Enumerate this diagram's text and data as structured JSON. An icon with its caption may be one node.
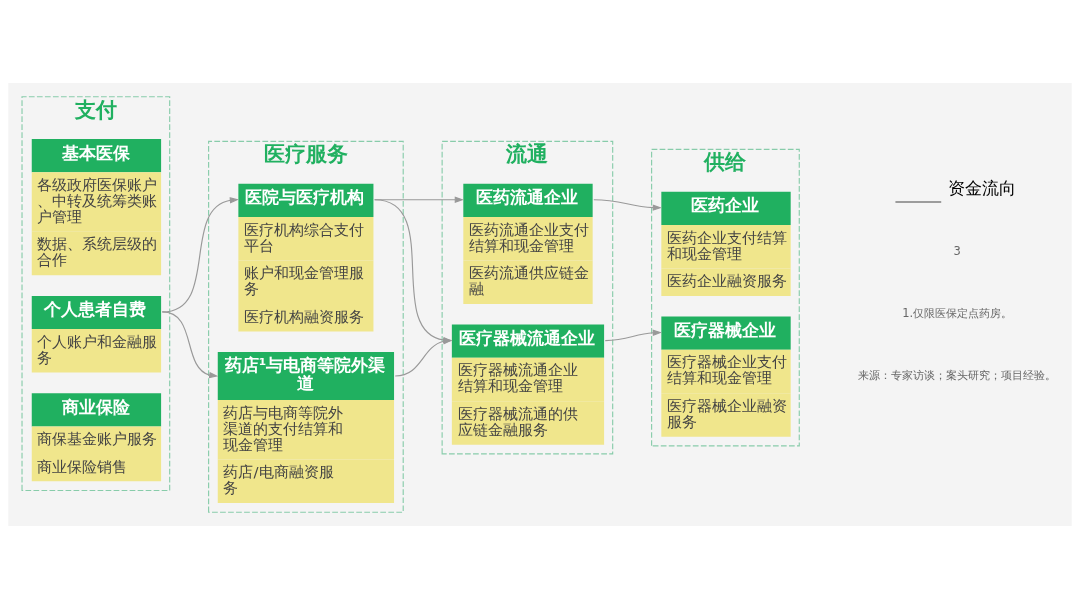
{
  "diagram": {
    "nodes": [
      {
        "text": [
          "支付"
        ]
      },
      {
        "text": [
          "基本医保",
          "各级政府医保账户、中转及统筹类账户管理",
          "数据、系统层级的合作"
        ],
        "in": 0
      },
      {
        "text": [
          "个人患者自费",
          "个人账户和金融服务"
        ],
        "in": 0
      },
      {
        "text": [
          "商业保险",
          "商保基金账户服务",
          "商业保险销售"
        ],
        "in": 0
      },
      {
        "text": [
          "医疗服务"
        ]
      },
      {
        "text": [
          "医院与医疗机构",
          "医疗机构综合支付平台",
          "账户和现金管理服务",
          "医疗机构融资服务"
        ],
        "in": 4
      },
      {
        "text": [
          "药店¹与电商等院外渠道",
          "药店与电商等院外渠道的支付结算和现金管理",
          "药店/电商融资服务"
        ],
        "in": 4
      },
      {
        "text": [
          "流通"
        ]
      },
      {
        "text": [
          "医药流通企业",
          "医药流通企业支付结算和现金管理",
          "医药流通供应链金融"
        ],
        "in": 7
      },
      {
        "text": [
          "医疗器械流通企业",
          "医疗器械流通企业结算和现金管理",
          "医疗器械流通的供应链金融服务"
        ],
        "in": 7
      },
      {
        "text": [
          "供给"
        ]
      },
      {
        "text": [
          "医药企业",
          "医药企业支付结算和现金管理",
          "医药企业融资服务"
        ],
        "in": 10
      },
      {
        "text": [
          "医疗器械企业",
          "医疗器械企业支付结算和现金管理",
          "医疗器械企业融资服务"
        ],
        "in": 10
      }
    ],
    "edges": [
      {
        "from": 2,
        "to": 5,
        "arrow": "to"
      },
      {
        "from": 2,
        "to": 6,
        "arrow": "to"
      },
      {
        "from": 5,
        "to": 8,
        "arrow": "to"
      },
      {
        "from": 5,
        "to": 9,
        "arrow": "to"
      },
      {
        "from": 6,
        "to": 9,
        "arrow": "to"
      },
      {
        "from": 8,
        "to": 11,
        "arrow": "to"
      },
      {
        "from": 9,
        "to": 12,
        "arrow": "to"
      }
    ],
    "labels": [
      "来源：专家访谈；案头研究；项目经验。",
      "1.仅限医保定点药房。",
      "3"
    ],
    "legend": [
      {
        "text": "资金流向"
      }
    ]
  }
}
